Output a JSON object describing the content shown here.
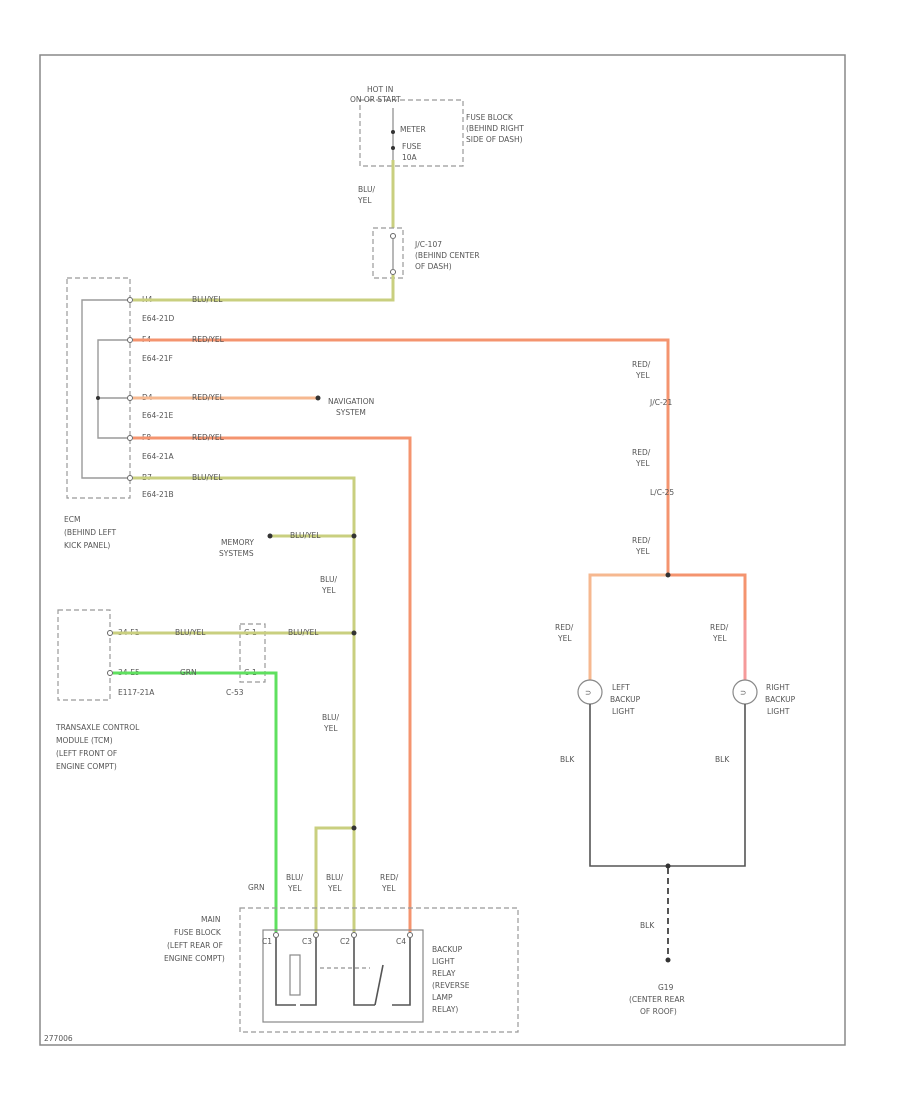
{
  "hot_in": {
    "line1": "HOT IN",
    "line2": "ON OR START"
  },
  "fuse": {
    "line1": "METER",
    "line2": "FUSE",
    "line3": "10A"
  },
  "fuse_block": {
    "line1": "FUSE BLOCK",
    "line2": "(BEHIND RIGHT",
    "line3": "SIDE OF DASH)"
  },
  "jc": {
    "line1": "J/C-107",
    "line2": "(BEHIND CENTER",
    "line3": "OF DASH)"
  },
  "wire_blu_yel": {
    "line1": "BLU/",
    "line2": "YEL"
  },
  "wire_red_yel": {
    "line1": "RED/",
    "line2": "YEL"
  },
  "wire_blk": "BLK",
  "wire_grn": "GRN",
  "ecm": {
    "pins": [
      "H4",
      "F4",
      "D4",
      "F8",
      "B7"
    ],
    "connectors": [
      "E64-21D",
      "E64-21F",
      "E64-21E",
      "E64-21A",
      "E64-21B"
    ],
    "wires": [
      "BLU/YEL",
      "RED/YEL",
      "RED/YEL",
      "RED/YEL",
      "BLU/YEL"
    ],
    "label1": "ECM",
    "label2": "(BEHIND LEFT",
    "label3": "KICK PANEL)"
  },
  "navigation": {
    "line1": "NAVIGATION",
    "line2": "SYSTEM"
  },
  "memory": {
    "line1": "MEMORY",
    "line2": "SYSTEMS",
    "wire": "BLU/YEL"
  },
  "jc_labels": {
    "a": "J/C-21",
    "b": "L/C-25"
  },
  "tcm": {
    "pin1": "34-F1",
    "pin2": "34-E5",
    "wire1": "BLU/YEL",
    "wire2": "GRN",
    "connector": "E117-21A",
    "pin_c1": "C-1",
    "pin_c2": "C-1",
    "conn_label": "C-53",
    "label1": "TRANSAXLE CONTROL",
    "label2": "MODULE (TCM)",
    "label3": "(LEFT FRONT OF",
    "label4": "ENGINE COMPT)"
  },
  "left_light": {
    "line1": "LEFT",
    "line2": "BACKUP",
    "line3": "LIGHT"
  },
  "right_light": {
    "line1": "RIGHT",
    "line2": "BACKUP",
    "line3": "LIGHT"
  },
  "main_fuse_block": {
    "line1": "MAIN",
    "line2": "FUSE BLOCK",
    "line3": "(LEFT REAR OF",
    "line4": "ENGINE COMPT)"
  },
  "relay": {
    "line1": "BACKUP",
    "line2": "LIGHT",
    "line3": "RELAY",
    "line4": "(REVERSE",
    "line5": "LAMP",
    "line6": "RELAY)"
  },
  "relay_pins": [
    "C1",
    "C3",
    "C2",
    "C4"
  ],
  "ground": {
    "line1": "G19",
    "line2": "(CENTER REAR",
    "line3": "OF ROOF)"
  },
  "figure_id": "277006"
}
